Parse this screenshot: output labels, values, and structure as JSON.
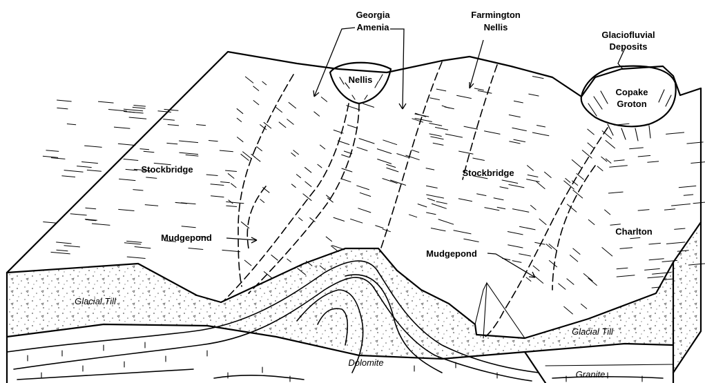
{
  "labels": {
    "georgia_amenia_1": "Georgia",
    "georgia_amenia_2": "Amenia",
    "farmington_nellis_1": "Farmington",
    "farmington_nellis_2": "Nellis",
    "glaciofluvial_1": "Glaciofluvial",
    "glaciofluvial_2": "Deposits",
    "nellis": "Nellis",
    "copake_groton_1": "Copake",
    "copake_groton_2": "Groton",
    "stockbridge_left": "Stockbridge",
    "stockbridge_right": "Stockbridge",
    "mudgepond_left": "Mudgepond",
    "mudgepond_right": "Mudgepond",
    "charlton": "Charlton",
    "glacial_till_left": "Glacial Till",
    "glacial_till_right": "Glacial Till",
    "dolomite": "Dolomite",
    "granite": "Granite"
  },
  "colors": {
    "ink": "#000000",
    "paper": "#ffffff",
    "stipple": "#555555"
  }
}
